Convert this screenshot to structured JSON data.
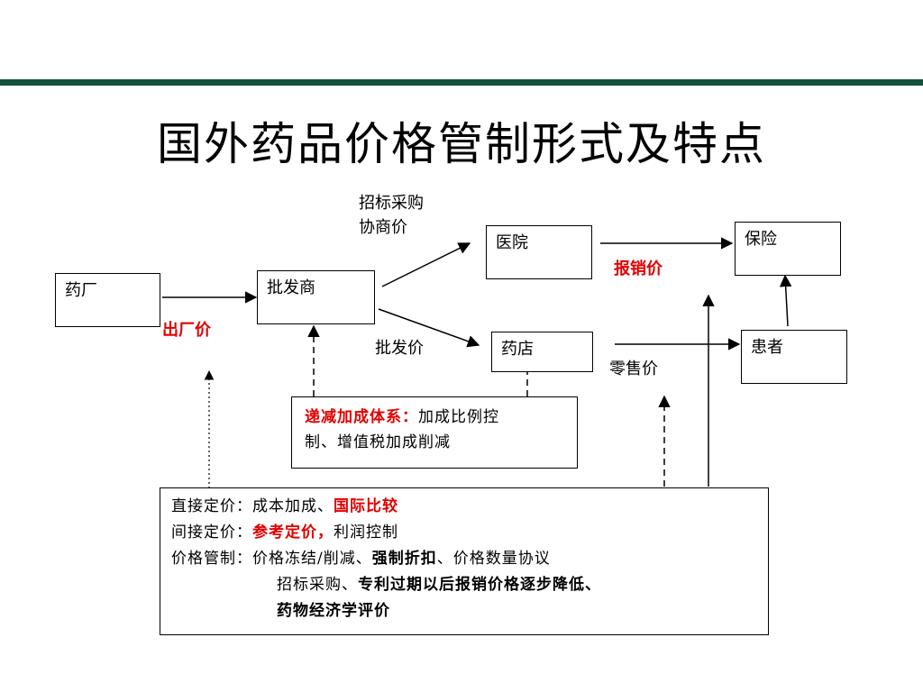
{
  "title": "国外药品价格管制形式及特点",
  "nodes": {
    "factory": "药厂",
    "wholesaler": "批发商",
    "hospital": "医院",
    "pharmacy": "药店",
    "insurance": "保险",
    "patient": "患者"
  },
  "edge_labels": {
    "tender_line1": "招标采购",
    "tender_line2": "协商价",
    "factory_price": "出厂价",
    "wholesale_price": "批发价",
    "reimbursement_price": "报销价",
    "retail_price": "零售价"
  },
  "markup_box": {
    "heading": "递减加成体系：",
    "text_1": "加成比例控",
    "text_2": "制、增值税加成削减"
  },
  "policy_box": {
    "direct_label": "直接定价：",
    "direct_text": "成本加成、",
    "direct_highlight": "国际比较",
    "indirect_label": "间接定价：",
    "indirect_highlight": "参考定价，",
    "indirect_text": "利润控制",
    "control_label": "价格管制：",
    "control_text_1": "价格冻结/削减、",
    "control_bold_1": "强制折扣",
    "control_text_2": "、价格数量协议",
    "line4_text": "招标采购、",
    "line4_bold": "专利过期以后报销价格逐步降低、",
    "line5_bold": "药物经济学评价"
  }
}
